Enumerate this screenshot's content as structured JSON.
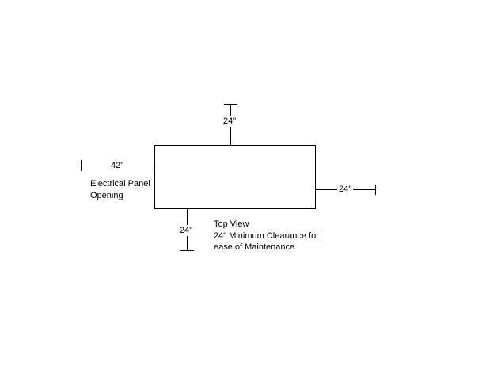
{
  "dimensions": {
    "top": "24\"",
    "left": "42\"",
    "right": "24\"",
    "bottom": "24\""
  },
  "labels": {
    "panel_line1": "Electrical Panel",
    "panel_line2": "Opening",
    "note_line1": "Top View",
    "note_line2": "24\" Minimum Clearance for",
    "note_line3": "ease of Maintenance"
  }
}
